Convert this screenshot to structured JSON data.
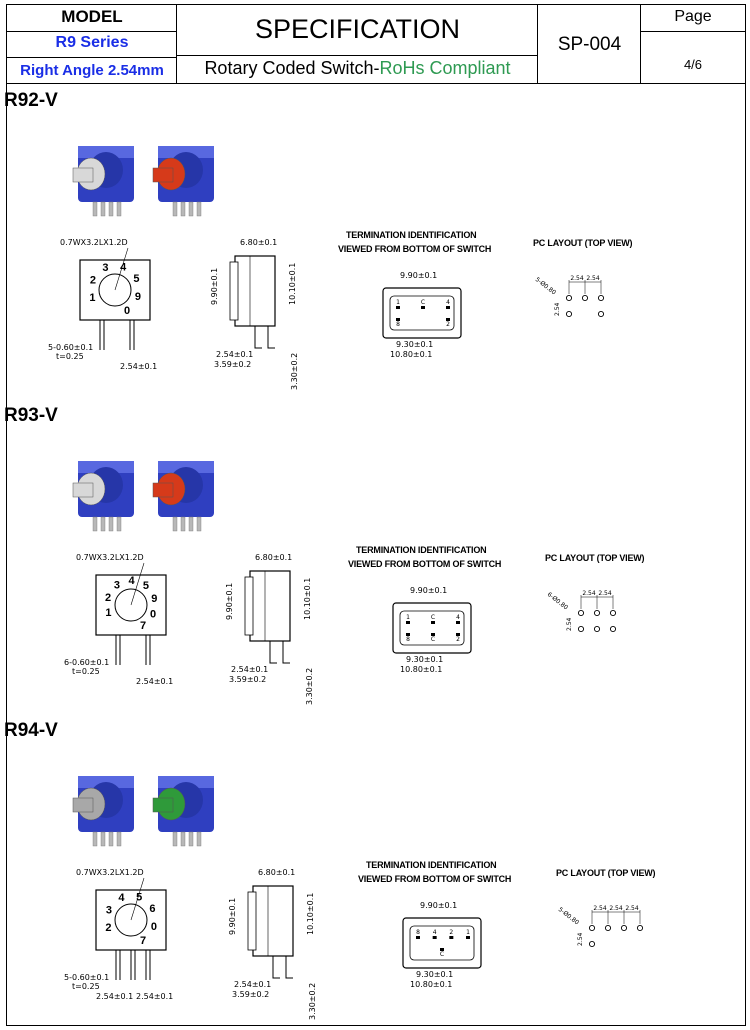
{
  "header": {
    "model_label": "MODEL",
    "series": "R9 Series",
    "angle": "Right Angle 2.54mm",
    "title": "SPECIFICATION",
    "subtitle_prefix": "Rotary Coded Switch-",
    "subtitle_rohs": "RoHs Compliant",
    "doc_no": "SP-004",
    "page_label": "Page",
    "page_no": "4/6"
  },
  "colors": {
    "series_blue": "#1a2ee6",
    "rohs_green": "#2e9a52",
    "switch_blue": "#2f3fc0"
  },
  "models": [
    {
      "name": "R92-V",
      "knob_colors": [
        "#d8d8d8",
        "#d63a1a"
      ],
      "dial_spec": "0.7WX3.2LX1.2D",
      "dial_digits": [
        "1",
        "2",
        "3",
        "4",
        "5",
        "9",
        "0"
      ],
      "pin_spec_1": "5-0.60±0.1",
      "pin_spec_2": "t=0.25",
      "pitch_a": "2.54±0.1",
      "pitch_b": "",
      "side_w": "6.80±0.1",
      "side_h1": "9.90±0.1",
      "side_h2": "10.10±0.1",
      "side_p1": "2.54±0.1",
      "side_p2": "3.59±0.2",
      "side_lead": "3.30±0.2",
      "term_title_1": "TERMINATION IDENTIFICATION",
      "term_title_2": "VIEWED FROM BOTTOM OF SWITCH",
      "term_top": "9.90±0.1",
      "term_mid": "9.30±0.1",
      "term_bot": "10.80±0.1",
      "pin_top": [
        "1",
        "C",
        "4"
      ],
      "pin_bot": [
        "8",
        "2"
      ],
      "pc_title": "PC LAYOUT (TOP VIEW)",
      "pc_holes": "5-Ø0.80",
      "pc_pitch": [
        "2.54",
        "2.54"
      ],
      "pc_vpitch": "2.54"
    },
    {
      "name": "R93-V",
      "knob_colors": [
        "#d8d8d8",
        "#d63a1a"
      ],
      "dial_spec": "0.7WX3.2LX1.2D",
      "dial_digits": [
        "1",
        "2",
        "3",
        "4",
        "5",
        "9",
        "0",
        "7"
      ],
      "pin_spec_1": "6-0.60±0.1",
      "pin_spec_2": "t=0.25",
      "pitch_a": "2.54±0.1",
      "pitch_b": "",
      "side_w": "6.80±0.1",
      "side_h1": "9.90±0.1",
      "side_h2": "10.10±0.1",
      "side_p1": "2.54±0.1",
      "side_p2": "3.59±0.2",
      "side_lead": "3.30±0.2",
      "term_title_1": "TERMINATION IDENTIFICATION",
      "term_title_2": "VIEWED FROM BOTTOM OF SWITCH",
      "term_top": "9.90±0.1",
      "term_mid": "9.30±0.1",
      "term_bot": "10.80±0.1",
      "pin_top": [
        "1",
        "C",
        "4"
      ],
      "pin_bot": [
        "8",
        "C",
        "2"
      ],
      "pc_title": "PC LAYOUT (TOP VIEW)",
      "pc_holes": "6-Ø0.80",
      "pc_pitch": [
        "2.54",
        "2.54"
      ],
      "pc_vpitch": "2.54"
    },
    {
      "name": "R94-V",
      "knob_colors": [
        "#a8a8a8",
        "#2f9a3a"
      ],
      "dial_spec": "0.7WX3.2LX1.2D",
      "dial_digits": [
        "2",
        "3",
        "4",
        "5",
        "6",
        "0",
        "7"
      ],
      "pin_spec_1": "5-0.60±0.1",
      "pin_spec_2": "t=0.25",
      "pitch_a": "2.54±0.1",
      "pitch_b": "2.54±0.1",
      "side_w": "6.80±0.1",
      "side_h1": "9.90±0.1",
      "side_h2": "10.10±0.1",
      "side_p1": "2.54±0.1",
      "side_p2": "3.59±0.2",
      "side_lead": "3.30±0.2",
      "term_title_1": "TERMINATION IDENTIFICATION",
      "term_title_2": "VIEWED FROM BOTTOM OF SWITCH",
      "term_top": "9.90±0.1",
      "term_mid": "9.30±0.1",
      "term_bot": "10.80±0.1",
      "pin_top": [
        "8",
        "4",
        "2",
        "1"
      ],
      "pin_bot": [
        "C"
      ],
      "pc_title": "PC LAYOUT (TOP VIEW)",
      "pc_holes": "5-Ø0.80",
      "pc_pitch": [
        "2.54",
        "2.54",
        "2.54"
      ],
      "pc_vpitch": "2.54"
    }
  ]
}
